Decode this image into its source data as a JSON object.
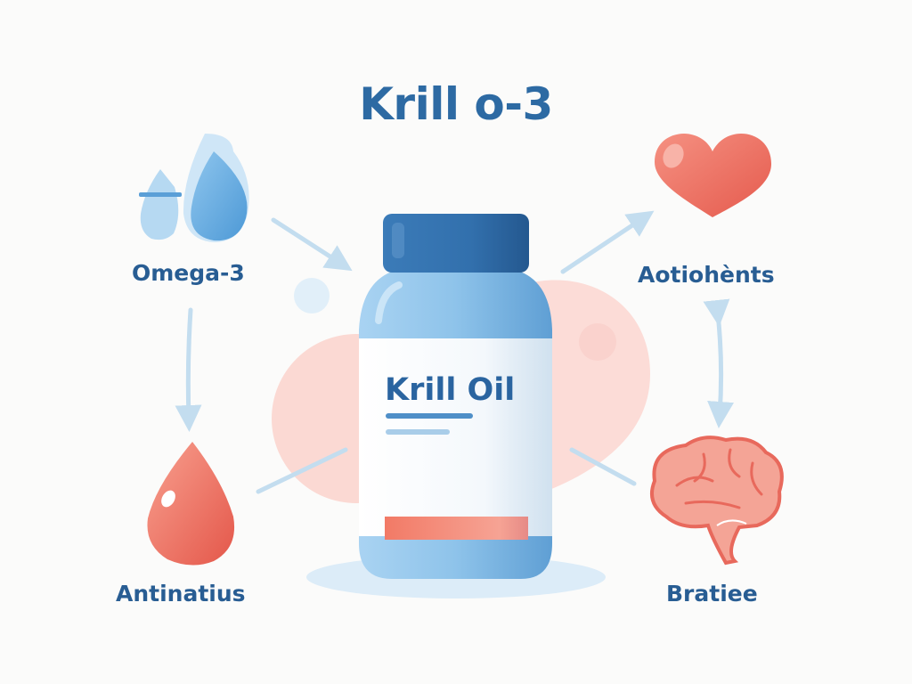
{
  "title": "Krill o-3",
  "bottle": {
    "label": "Krill Oil"
  },
  "nodes": [
    {
      "id": "omega3",
      "label": "Omega-3",
      "icon": "water-drops-icon",
      "color": "#5aa3dc"
    },
    {
      "id": "antioxidants",
      "label": "Aotiohènts",
      "icon": "heart-icon",
      "color": "#ec6a5a"
    },
    {
      "id": "antinatius",
      "label": "Antinatius",
      "icon": "blood-drop-icon",
      "color": "#ec6a5a"
    },
    {
      "id": "brain",
      "label": "Bratiee",
      "icon": "brain-icon",
      "color": "#ec6a5a"
    }
  ],
  "colors": {
    "title": "#2d6aa3",
    "label": "#285d93",
    "bottle_blue": "#7bb6e3",
    "cap_blue": "#2f6aa5",
    "accent_coral": "#f08473",
    "arrow": "#c3ddef",
    "blob_pink": "#fbdad5",
    "background": "#fbfbfa"
  }
}
